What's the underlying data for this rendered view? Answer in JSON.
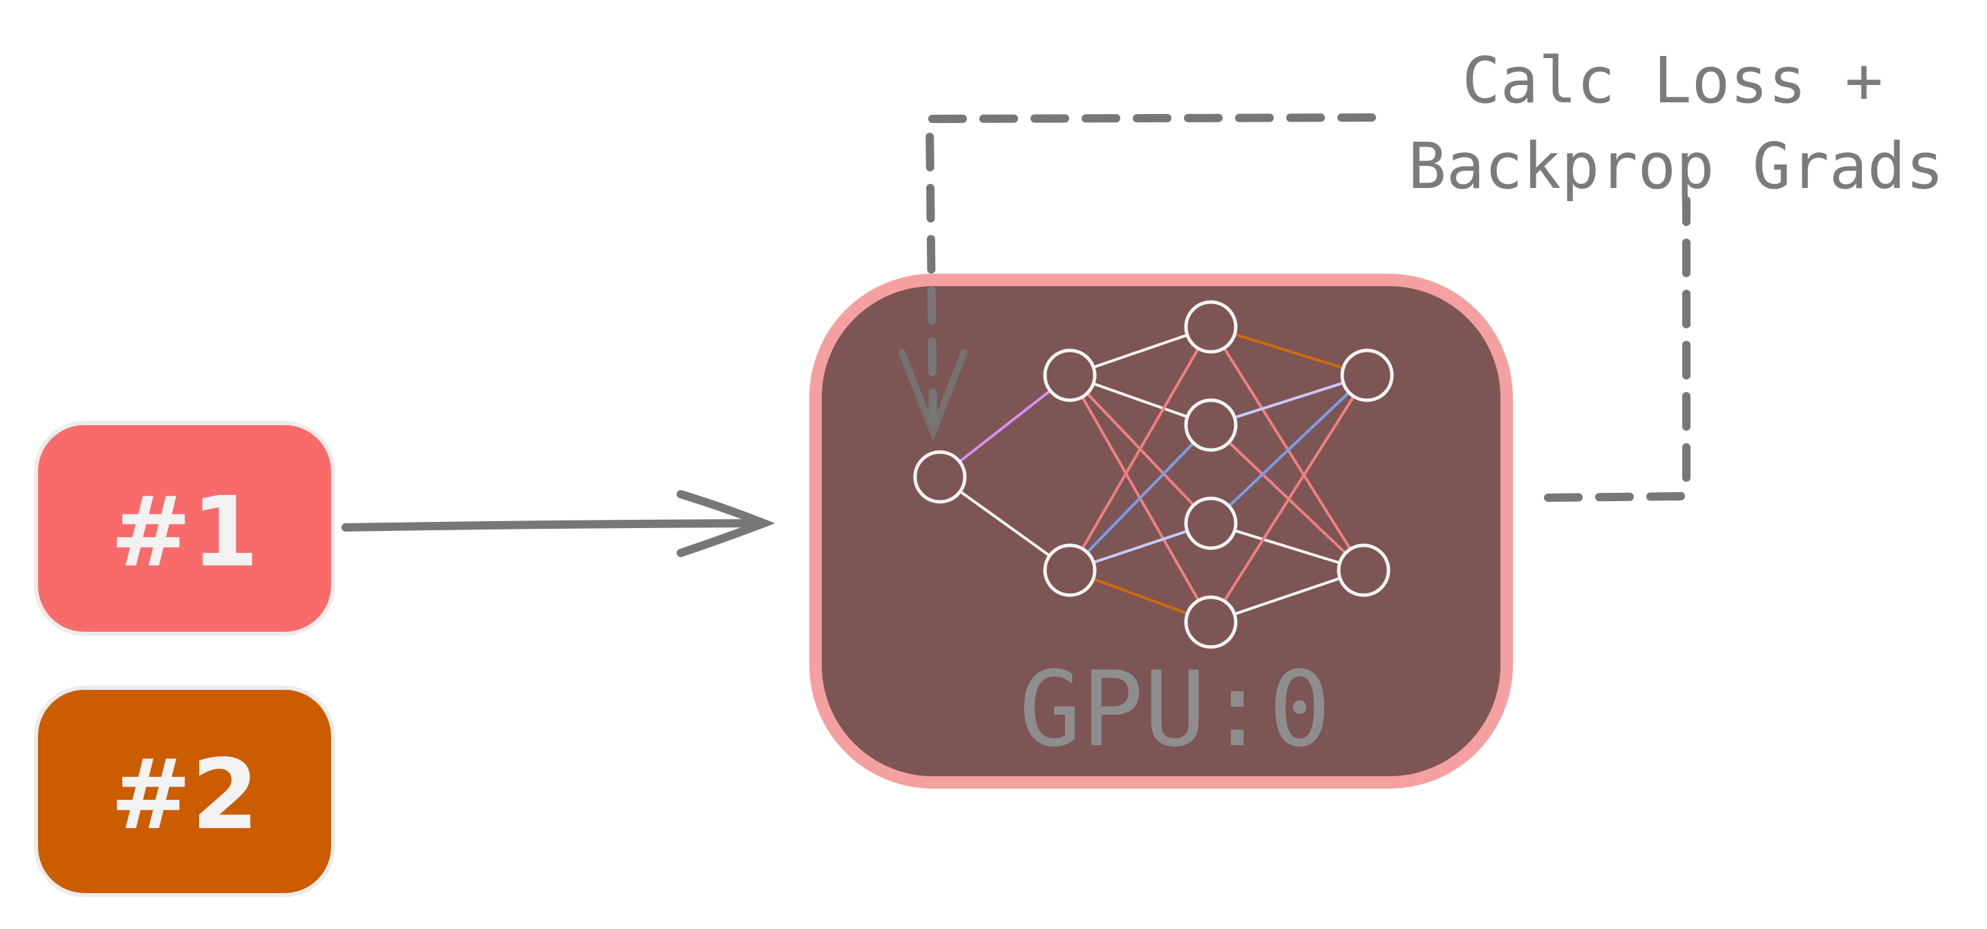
{
  "batches": [
    {
      "label": "#1",
      "color": "#f96b6b"
    },
    {
      "label": "#2",
      "color": "#cc5c00"
    }
  ],
  "gpu": {
    "label": "GPU:0",
    "fill_color": "#7d5555",
    "border_color": "#f5a0a0"
  },
  "annotation": {
    "line1": "Calc Loss +",
    "line2": "Backprop Grads"
  },
  "network": {
    "layers": [
      1,
      2,
      4,
      2
    ],
    "edge_colors": {
      "default": "#f4f4f4",
      "pink": "#f08080",
      "blue": "#7b9ee8",
      "orange": "#d06a10",
      "violet": "#d88ef0",
      "lavender": "#c8c8ff"
    }
  },
  "arrow_color": "#777777"
}
